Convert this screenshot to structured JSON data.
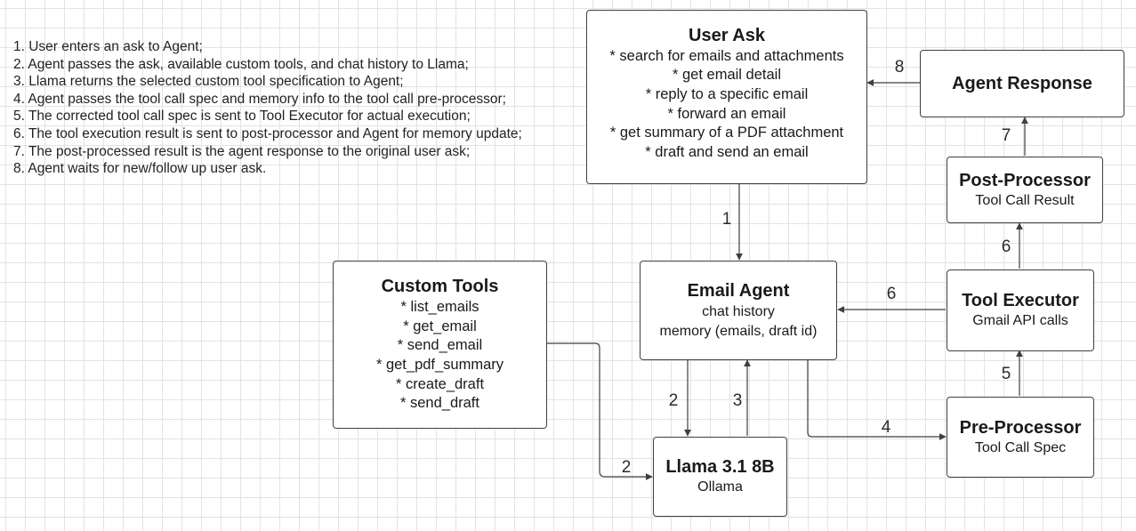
{
  "steps": [
    "1. User enters an ask to Agent;",
    "2. Agent passes the ask, available custom tools, and chat history to Llama;",
    "3. Llama returns the selected custom tool specification to Agent;",
    "4. Agent passes the tool call spec and memory info to the tool call pre-processor;",
    "5. The corrected tool call spec is sent to Tool Executor for actual execution;",
    "6. The tool execution result is sent to post-processor and Agent for memory update;",
    "7. The post-processed result is the agent response to the original user ask;",
    "8. Agent waits for new/follow up user ask."
  ],
  "nodes": {
    "user_ask": {
      "title": "User Ask",
      "lines": [
        "* search for emails and attachments",
        "* get email detail",
        "* reply to a specific email",
        "* forward an email",
        "* get summary of a PDF attachment",
        "* draft and send an email"
      ]
    },
    "agent_response": {
      "title": "Agent Response"
    },
    "post_processor": {
      "title": "Post-Processor",
      "subtitle": "Tool Call Result"
    },
    "tool_executor": {
      "title": "Tool Executor",
      "subtitle": "Gmail API calls"
    },
    "pre_processor": {
      "title": "Pre-Processor",
      "subtitle": "Tool Call Spec"
    },
    "email_agent": {
      "title": "Email Agent",
      "lines": [
        "chat history",
        "memory (emails, draft id)"
      ]
    },
    "custom_tools": {
      "title": "Custom Tools",
      "lines": [
        "* list_emails",
        "* get_email",
        "* send_email",
        "* get_pdf_summary",
        "* create_draft",
        "* send_draft"
      ]
    },
    "llama": {
      "title": "Llama 3.1 8B",
      "subtitle": "Ollama"
    }
  },
  "edges": {
    "user_to_agent": "1",
    "agent_to_llama": "2",
    "tools_to_llama": "2",
    "llama_to_agent": "3",
    "agent_to_pre": "4",
    "pre_to_exec": "5",
    "exec_to_agent": "6",
    "exec_to_post": "6",
    "post_to_response": "7",
    "response_to_user": "8"
  },
  "colors": {
    "stroke": "#3f3f3f",
    "grid": "#e3e3e3",
    "background": "#ffffff"
  }
}
